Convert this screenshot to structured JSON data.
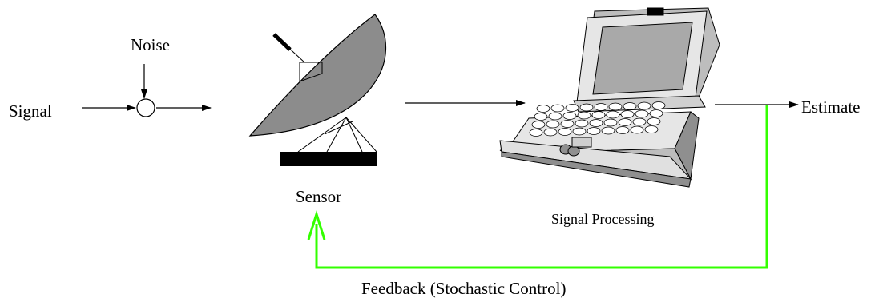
{
  "labels": {
    "noise": "Noise",
    "signal": "Signal",
    "sensor": "Sensor",
    "signal_processing": "Signal Processing",
    "estimate": "Estimate",
    "feedback": "Feedback (Stochastic Control)"
  },
  "colors": {
    "stroke": "#000000",
    "dish_fill": "#8c8c8c",
    "base_fill": "#000000",
    "feedback": "#33ff00",
    "laptop_light": "#e6e6e6",
    "laptop_mid": "#bdbdbd",
    "laptop_dark": "#8f8f8f",
    "screen": "#a9a9a9"
  },
  "icons": {
    "sensor": "satellite-dish-icon",
    "processor": "laptop-computer-icon",
    "summing_junction": "summing-junction-circle"
  }
}
